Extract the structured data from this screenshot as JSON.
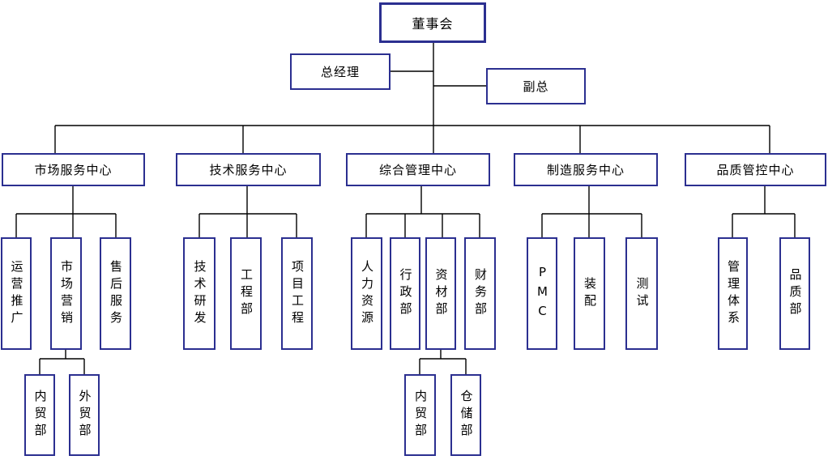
{
  "colors": {
    "box_border": "#2B2F90",
    "connector_line": "#000000",
    "background": "#FFFFFF"
  },
  "root": {
    "label": "董事会"
  },
  "executives": {
    "general_manager": "总经理",
    "deputy_general_manager": "副总"
  },
  "centers": [
    {
      "label": "市场服务中心",
      "departments": [
        {
          "label": "运营推广"
        },
        {
          "label": "市场营销",
          "subs": [
            {
              "label": "内贸部"
            },
            {
              "label": "外贸部"
            }
          ]
        },
        {
          "label": "售后服务"
        }
      ]
    },
    {
      "label": "技术服务中心",
      "departments": [
        {
          "label": "技术研发"
        },
        {
          "label": "工程部"
        },
        {
          "label": "项目工程"
        }
      ]
    },
    {
      "label": "综合管理中心",
      "departments": [
        {
          "label": "人力资源"
        },
        {
          "label": "行政部"
        },
        {
          "label": "资材部",
          "subs": [
            {
              "label": "内贸部"
            },
            {
              "label": "仓储部"
            }
          ]
        },
        {
          "label": "财务部"
        }
      ]
    },
    {
      "label": "制造服务中心",
      "departments": [
        {
          "label": "PMC"
        },
        {
          "label": "装配"
        },
        {
          "label": "测试"
        }
      ]
    },
    {
      "label": "品质管控中心",
      "departments": [
        {
          "label": "管理体系"
        },
        {
          "label": "品质部"
        }
      ]
    }
  ]
}
